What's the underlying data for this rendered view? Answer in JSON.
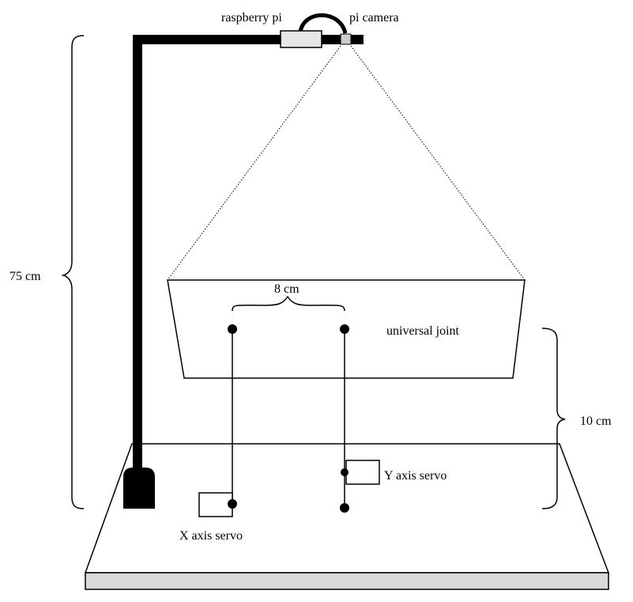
{
  "labels": {
    "raspberry_pi": "raspberry pi",
    "pi_camera": "pi camera",
    "height_stand": "75 cm",
    "joint_spacing": "8 cm",
    "universal_joint": "universal joint",
    "plate_height": "10 cm",
    "y_servo": "Y axis servo",
    "x_servo": "X axis servo"
  },
  "colors": {
    "stroke": "#000000",
    "pole": "#000000",
    "raspberry_pi_fill": "#e6e6e6",
    "camera_fill": "#cccccc",
    "base_edge_fill": "#d9d9d9",
    "background": "#ffffff"
  }
}
